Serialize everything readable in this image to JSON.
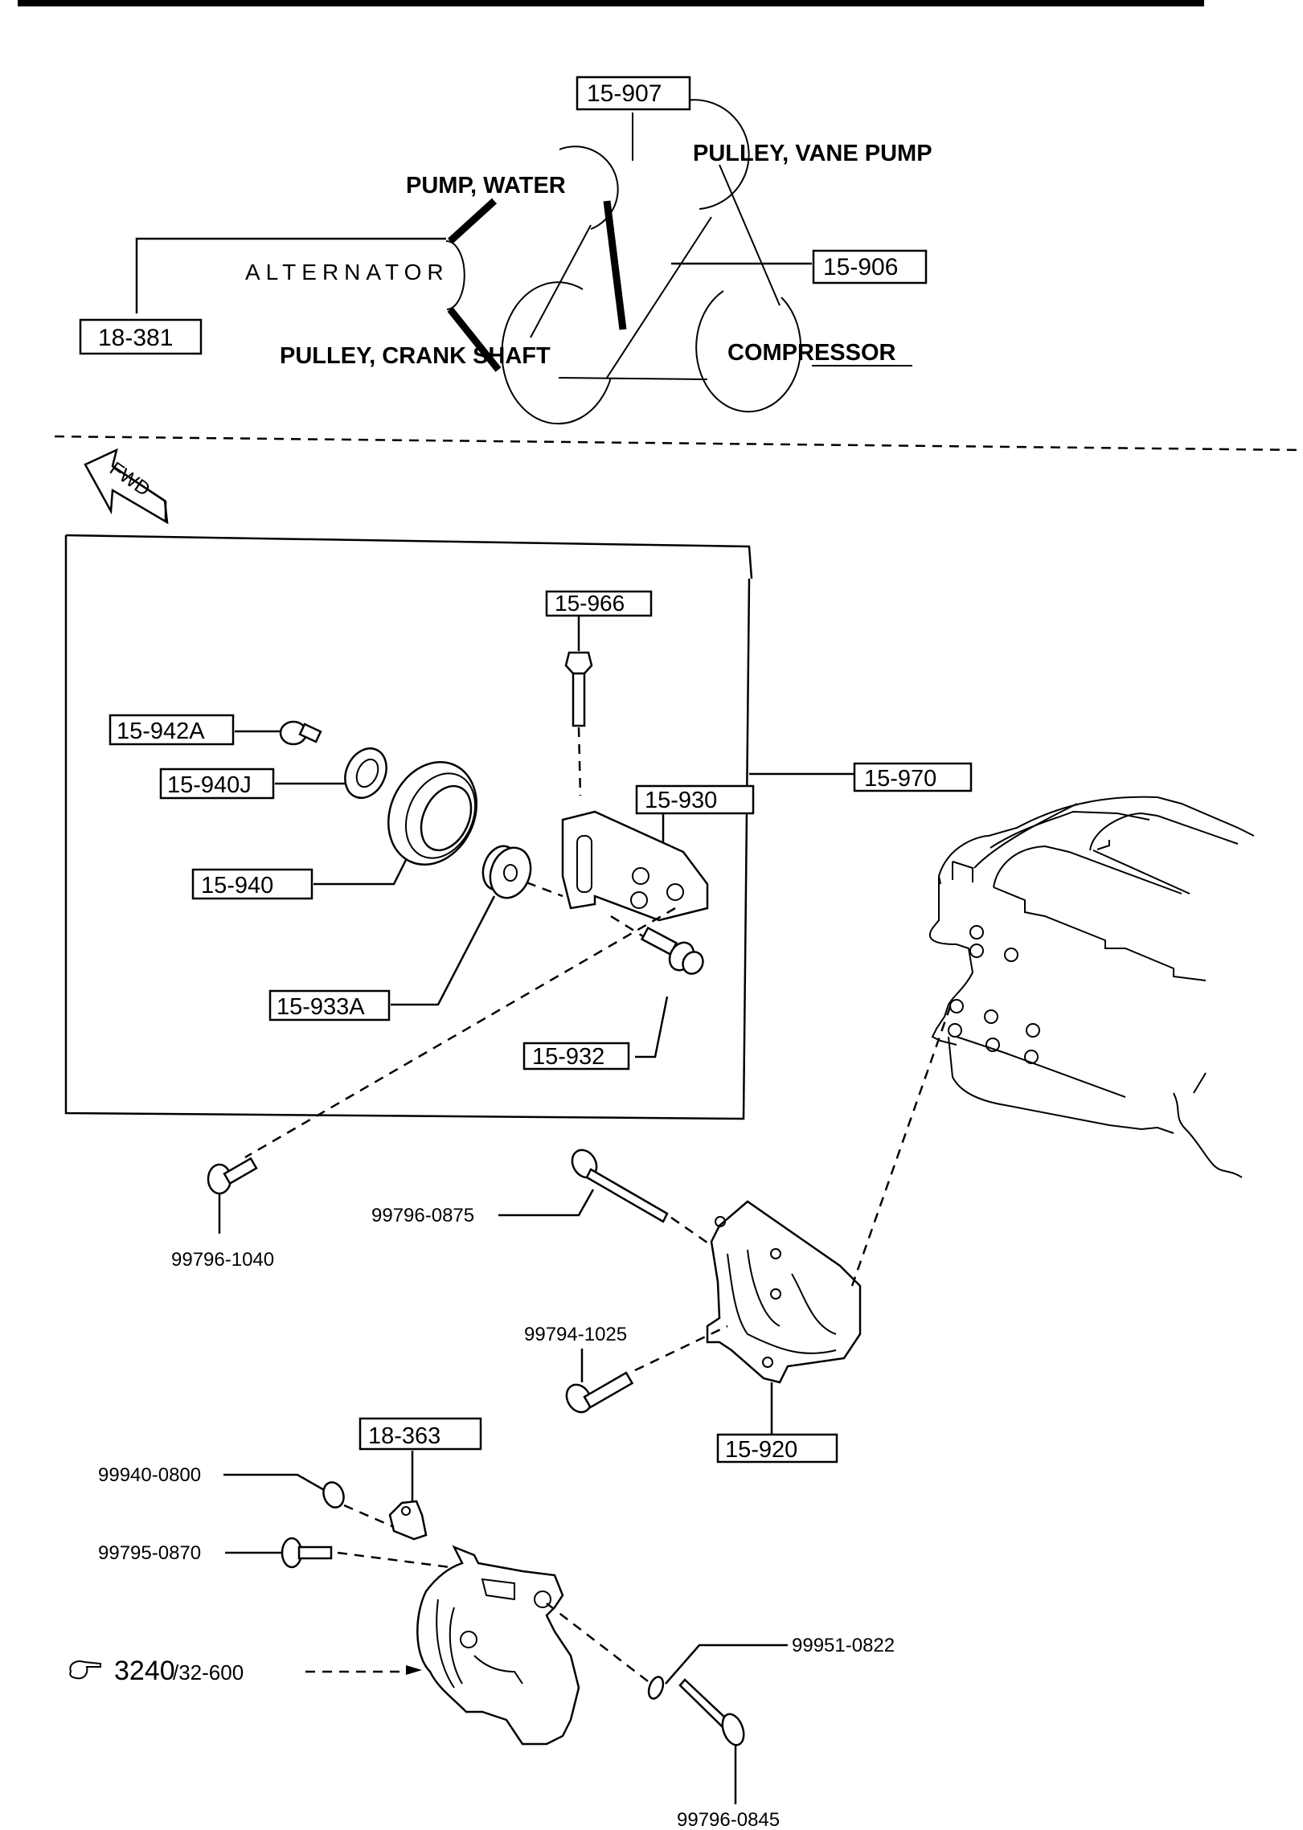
{
  "belt_routing": {
    "components": {
      "water_pump": "PUMP, WATER",
      "vane_pump": "PULLEY, VANE PUMP",
      "alternator": "ALTERNATOR",
      "crank_pulley": "PULLEY, CRANK SHAFT",
      "compressor": "COMPRESSOR"
    },
    "callouts": {
      "belt_vane_pump": "15-907",
      "belt_compressor": "15-906",
      "belt_alternator": "18-381"
    }
  },
  "direction_indicator": "FWD",
  "assembly": {
    "group_callout": "15-970",
    "callouts": {
      "bolt_top": "15-966",
      "bolt_idler": "15-942A",
      "bearing": "15-940J",
      "idler_pulley": "15-940",
      "spacer": "15-933A",
      "bracket": "15-930",
      "bolt_bracket": "15-932"
    }
  },
  "lower": {
    "callouts": {
      "bolt_1040": "99796-1040",
      "bolt_0875": "99796-0875",
      "bolt_1025": "99794-1025",
      "bracket_main": "15-920",
      "clip": "18-363",
      "nut_0800": "99940-0800",
      "bolt_0870": "99795-0870",
      "washer_0822": "99951-0822",
      "bolt_0845": "99796-0845"
    },
    "reference": {
      "pointer_icon": "pointing-hand",
      "main": "3240",
      "sub": "/32-600"
    }
  }
}
